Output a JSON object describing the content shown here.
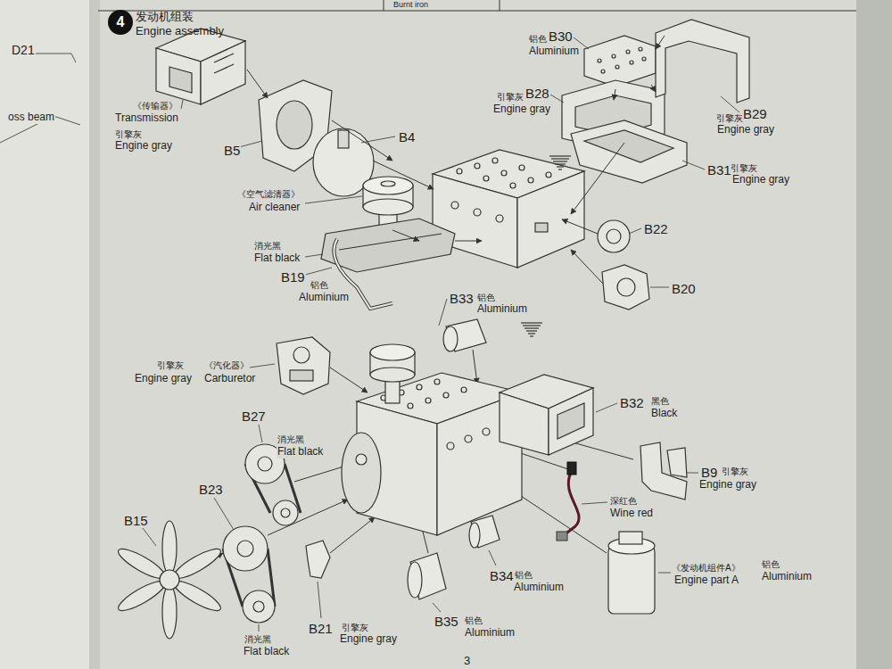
{
  "diagram": {
    "title": "发动机组装 Engine assembly",
    "nodes": [
      {
        "text": [
          "4"
        ]
      }
    ],
    "labels": [
      "Burnt iron",
      "D21",
      "oss beam",
      "《传输器》",
      "Transmission",
      "引擎灰",
      "Engine gray",
      "B5",
      "B4",
      "铝色",
      "B30",
      "Aluminium",
      "引擎灰",
      "B28",
      "Engine gray",
      "引擎灰",
      "B29",
      "Engine gray",
      "B31",
      "引擎灰",
      "Engine gray",
      "《空气滤清器》",
      "Air cleaner",
      "B22",
      "B20",
      "消光黑",
      "Flat black",
      "B19",
      "铝色",
      "Aluminium",
      "B33",
      "铝色",
      "Aluminium",
      "引擎灰",
      "《汽化器》",
      "Engine gray",
      "Carburetor",
      "B27",
      "消光黑",
      "Flat black",
      "B32",
      "黑色",
      "Black",
      "B23",
      "B9",
      "引擎灰",
      "Engine gray",
      "深红色",
      "Wine red",
      "B15",
      "《发动机组件A》",
      "铝色",
      "Engine part A",
      "Aluminium",
      "B34",
      "铝色",
      "Aluminium",
      "B21",
      "引擎灰",
      "Engine gray",
      "B35",
      "铝色",
      "Aluminium",
      "消光黑",
      "Flat black",
      "3"
    ]
  }
}
